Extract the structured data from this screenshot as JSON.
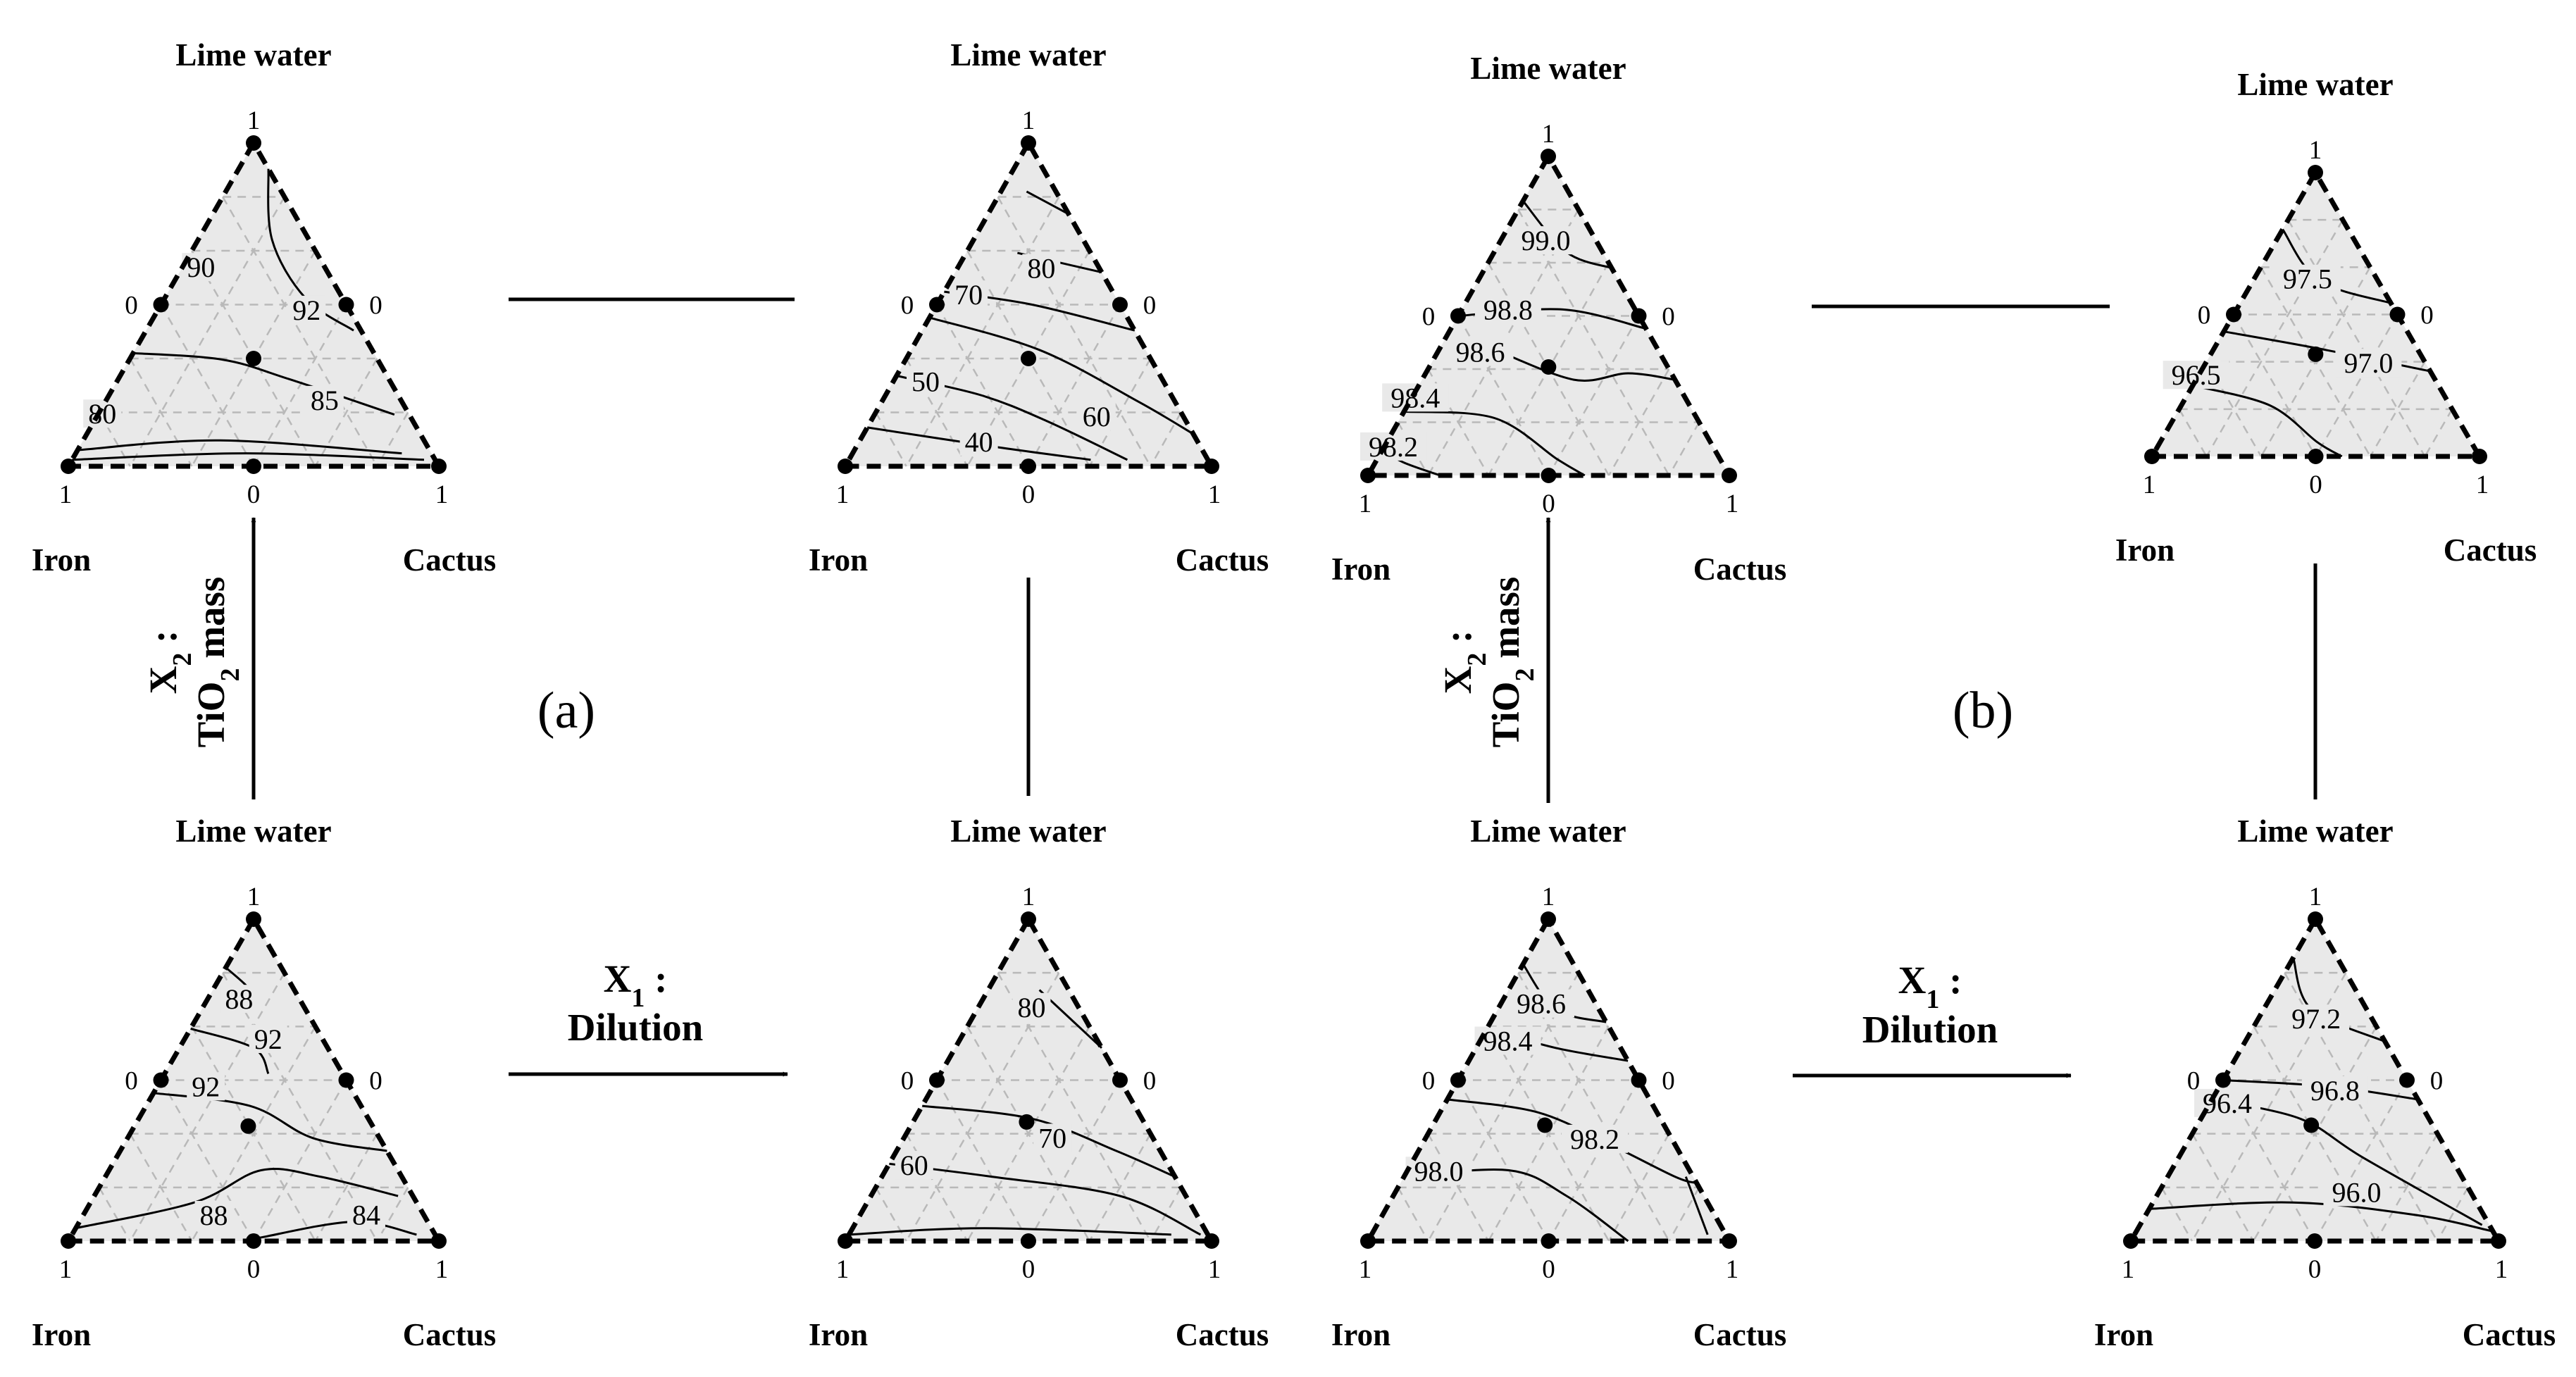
{
  "panel_labels": {
    "a": "(a)",
    "b": "(b)"
  },
  "factors": {
    "x1": {
      "symbol": "X",
      "subscript": "1",
      "colon": " :",
      "name": "Dilution"
    },
    "x2": {
      "symbol": "X",
      "subscript": "2",
      "colon": " :",
      "name_pre": "TiO",
      "name_sub": "2",
      "name_post": " mass"
    }
  },
  "colors": {
    "region_fill": "#e9e9e9",
    "grid": "#b9b9b9",
    "ink": "#000000"
  },
  "chart_data": [
    {
      "type": "ternary-contour",
      "panel": "a",
      "position": "top-left",
      "vertices": {
        "top": "Lime water",
        "left": "Iron",
        "right": "Cactus"
      },
      "tick_labels": {
        "top": "1",
        "left": "1",
        "right": "1",
        "bottom_mid": "0",
        "left_mid": "0",
        "right_mid": "0"
      },
      "contour_labels": [
        "90",
        "92",
        "85",
        "80"
      ]
    },
    {
      "type": "ternary-contour",
      "panel": "a",
      "position": "top-right",
      "vertices": {
        "top": "Lime water",
        "left": "Iron",
        "right": "Cactus"
      },
      "tick_labels": {
        "top": "1",
        "left": "1",
        "right": "1",
        "bottom_mid": "0",
        "left_mid": "0",
        "right_mid": "0"
      },
      "contour_labels": [
        "80",
        "70",
        "60",
        "50",
        "40"
      ]
    },
    {
      "type": "ternary-contour",
      "panel": "a",
      "position": "bottom-left",
      "vertices": {
        "top": "Lime water",
        "left": "Iron",
        "right": "Cactus"
      },
      "tick_labels": {
        "top": "1",
        "left": "1",
        "right": "1",
        "bottom_mid": "0",
        "left_mid": "0",
        "right_mid": "0"
      },
      "contour_labels": [
        "88",
        "92",
        "92",
        "88",
        "84"
      ]
    },
    {
      "type": "ternary-contour",
      "panel": "a",
      "position": "bottom-right",
      "vertices": {
        "top": "Lime water",
        "left": "Iron",
        "right": "Cactus"
      },
      "tick_labels": {
        "top": "1",
        "left": "1",
        "right": "1",
        "bottom_mid": "0",
        "left_mid": "0",
        "right_mid": "0"
      },
      "contour_labels": [
        "80",
        "70",
        "60"
      ]
    },
    {
      "type": "ternary-contour",
      "panel": "b",
      "position": "top-left",
      "vertices": {
        "top": "Lime water",
        "left": "Iron",
        "right": "Cactus"
      },
      "tick_labels": {
        "top": "1",
        "left": "1",
        "right": "1",
        "bottom_mid": "0",
        "left_mid": "0",
        "right_mid": "0"
      },
      "contour_labels": [
        "99.0",
        "98.8",
        "98.6",
        "98.4",
        "98.2"
      ]
    },
    {
      "type": "ternary-contour",
      "panel": "b",
      "position": "top-right",
      "vertices": {
        "top": "Lime water",
        "left": "Iron",
        "right": "Cactus"
      },
      "tick_labels": {
        "top": "1",
        "left": "1",
        "right": "1",
        "bottom_mid": "0",
        "left_mid": "0",
        "right_mid": "0"
      },
      "contour_labels": [
        "97.5",
        "97.0",
        "96.5"
      ]
    },
    {
      "type": "ternary-contour",
      "panel": "b",
      "position": "bottom-left",
      "vertices": {
        "top": "Lime water",
        "left": "Iron",
        "right": "Cactus"
      },
      "tick_labels": {
        "top": "1",
        "left": "1",
        "right": "1",
        "bottom_mid": "0",
        "left_mid": "0",
        "right_mid": "0"
      },
      "contour_labels": [
        "98.6",
        "98.4",
        "98.2",
        "98.0"
      ]
    },
    {
      "type": "ternary-contour",
      "panel": "b",
      "position": "bottom-right",
      "vertices": {
        "top": "Lime water",
        "left": "Iron",
        "right": "Cactus"
      },
      "tick_labels": {
        "top": "1",
        "left": "1",
        "right": "1",
        "bottom_mid": "0",
        "left_mid": "0",
        "right_mid": "0"
      },
      "contour_labels": [
        "97.2",
        "96.8",
        "96.4",
        "96.0"
      ]
    }
  ]
}
